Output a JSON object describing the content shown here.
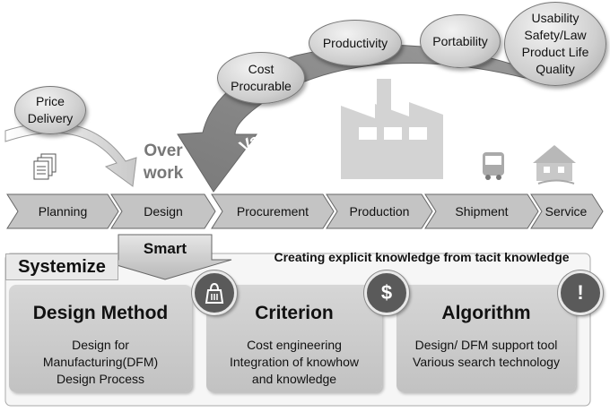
{
  "bubbles": {
    "price_delivery": "Price\nDelivery",
    "cost_procurable": "Cost\nProcurable",
    "productivity": "Productivity",
    "portability": "Portability",
    "usability": "Usability\nSafety/Law\nProduct Life\nQuality"
  },
  "overwork": "Over\nwork",
  "various_request": "Various request",
  "process_steps": [
    "Planning",
    "Design",
    "Procurement",
    "Production",
    "Shipment",
    "Service"
  ],
  "smart": "Smart",
  "systemize": "Systemize",
  "tagline": "Creating explicit knowledge from tacit knowledge",
  "cards": [
    {
      "title": "Design Method",
      "body": "Design for\nManufacturing(DFM)\nDesign Process",
      "badge": "tag-icon"
    },
    {
      "title": "Criterion",
      "body": "Cost engineering\nIntegration  of knowhow\nand knowledge",
      "badge": "$"
    },
    {
      "title": "Algorithm",
      "body": "Design/ DFM support tool\nVarious search technology",
      "badge": "!"
    }
  ]
}
